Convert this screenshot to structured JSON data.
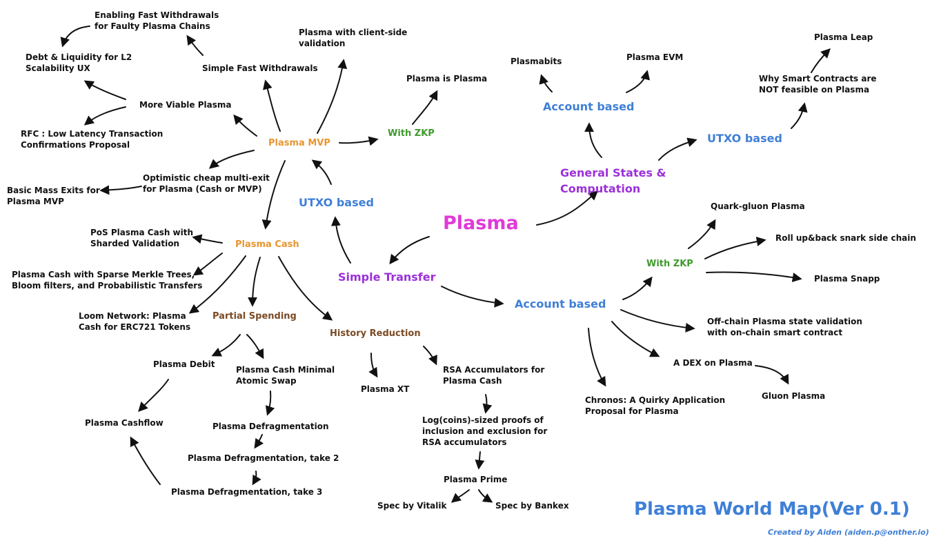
{
  "title": "Plasma World Map(Ver 0.1)",
  "credit": "Created by Aiden (aiden.p@onther.io)",
  "colors": {
    "root": "#e03ad8",
    "section": "#3f7fd6",
    "category": "#e8962f",
    "zkp": "#3f9a2d",
    "spending": "#7a4a24",
    "general": "#9b30d9",
    "text": "#111111"
  },
  "nodes": {
    "plasma": "Plasma",
    "simple_transfer": "Simple Transfer",
    "utxo_based_left": "UTXO based",
    "plasma_mvp": "Plasma MVP",
    "with_zkp_top": "With ZKP",
    "plasma_is_plasma": "Plasma is Plasma",
    "plasma_client_side": "Plasma with client-side\nvalidation",
    "simple_fast_withdrawals": "Simple Fast Withdrawals",
    "fast_withdrawals_faulty": "Enabling Fast Withdrawals\nfor Faulty Plasma Chains",
    "more_viable_plasma": "More Viable Plasma",
    "debt_liquidity": "Debt & Liquidity for L2\nScalability UX",
    "rfc_low_latency": "RFC : Low Latency Transaction\nConfirmations Proposal",
    "optimistic_multi_exit": "Optimistic cheap multi-exit\nfor Plasma (Cash or MVP)",
    "basic_mass_exits": "Basic Mass Exits for\nPlasma MVP",
    "plasma_cash": "Plasma Cash",
    "pos_plasma_cash": "PoS Plasma Cash with\nSharded Validation",
    "sparse_merkle": "Plasma Cash with Sparse Merkle Trees,\nBloom filters, and Probabilistic Transfers",
    "loom_network": "Loom Network: Plasma\nCash for ERC721 Tokens",
    "partial_spending": "Partial Spending",
    "history_reduction": "History Reduction",
    "plasma_debit": "Plasma Debit",
    "plasma_cashflow": "Plasma Cashflow",
    "minimal_atomic_swap": "Plasma Cash Minimal\nAtomic Swap",
    "defrag_1": "Plasma Defragmentation",
    "defrag_2": "Plasma Defragmentation, take 2",
    "defrag_3": "Plasma Defragmentation, take 3",
    "plasma_xt": "Plasma XT",
    "rsa_accumulators": "RSA Accumulators for\nPlasma Cash",
    "log_coins_proofs": "Log(coins)-sized proofs of\ninclusion and exclusion for\nRSA accumulators",
    "plasma_prime": "Plasma Prime",
    "spec_vitalik": "Spec by Vitalik",
    "spec_bankex": "Spec by Bankex",
    "account_based_bottom": "Account based",
    "with_zkp_right": "With ZKP",
    "quark_gluon": "Quark-gluon Plasma",
    "rollup_snark": "Roll up&back snark side chain",
    "plasma_snapp": "Plasma Snapp",
    "offchain_validation": "Off-chain Plasma state validation\nwith on-chain smart contract",
    "dex_on_plasma": "A DEX on Plasma",
    "gluon_plasma": "Gluon Plasma",
    "chronos": "Chronos: A Quirky Application\nProposal for Plasma",
    "general_states": "General States &\nComputation",
    "account_based_top": "Account based",
    "plasmabits": "Plasmabits",
    "plasma_evm": "Plasma EVM",
    "utxo_based_right": "UTXO based",
    "smart_contracts_not_feasible": "Why Smart Contracts are\nNOT feasible on Plasma",
    "plasma_leap": "Plasma Leap"
  }
}
